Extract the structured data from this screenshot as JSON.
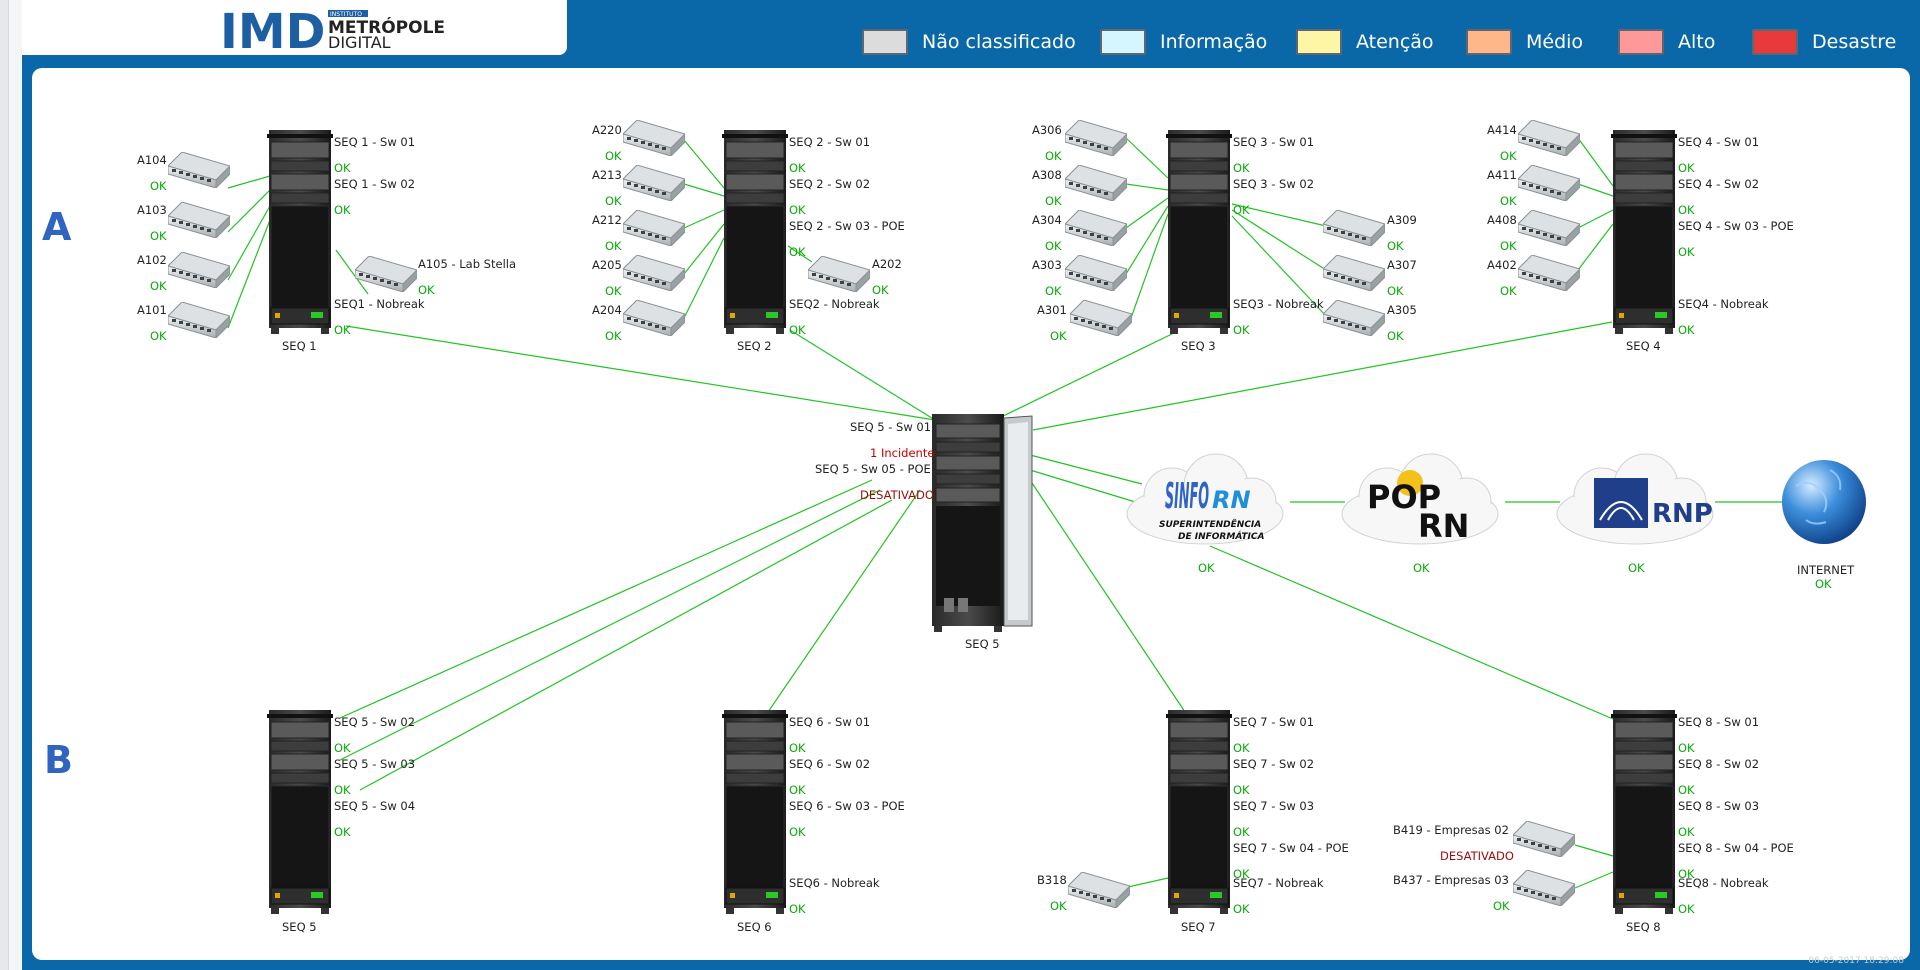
{
  "logo": {
    "text": "IMD",
    "small": "INSTITUTO",
    "line1": "METRÓPOLE",
    "line2": "DIGITAL"
  },
  "legend": [
    {
      "label": "Não classificado",
      "color": "#dcdcdc"
    },
    {
      "label": "Informação",
      "color": "#d6f6ff"
    },
    {
      "label": "Atenção",
      "color": "#fff6a5"
    },
    {
      "label": "Médio",
      "color": "#ffb689"
    },
    {
      "label": "Alto",
      "color": "#ff9999"
    },
    {
      "label": "Desastre",
      "color": "#e83a3a"
    }
  ],
  "rows": {
    "a": "A",
    "b": "B"
  },
  "status": {
    "ok": "OK",
    "off": "DESATIVADO",
    "incident": "1 Incidente"
  },
  "seq1": {
    "name": "SEQ 1",
    "sw1": "SEQ 1 - Sw 01",
    "sw2": "SEQ 1 - Sw 02",
    "nobreak": "SEQ1 - Nobreak",
    "a104": "A104",
    "a103": "A103",
    "a102": "A102",
    "a101": "A101",
    "a105": "A105 - Lab Stella"
  },
  "seq2": {
    "name": "SEQ 2",
    "sw1": "SEQ 2 - Sw 01",
    "sw2": "SEQ 2 - Sw 02",
    "sw3": "SEQ 2 - Sw 03 - POE",
    "nobreak": "SEQ2 - Nobreak",
    "a220": "A220",
    "a213": "A213",
    "a212": "A212",
    "a205": "A205",
    "a204": "A204",
    "a202": "A202"
  },
  "seq3": {
    "name": "SEQ 3",
    "sw1": "SEQ 3 - Sw 01",
    "sw2": "SEQ 3 - Sw 02",
    "nobreak": "SEQ3 - Nobreak",
    "a306": "A306",
    "a308": "A308",
    "a304": "A304",
    "a303": "A303",
    "a301": "A301",
    "a309": "A309",
    "a307": "A307",
    "a305": "A305"
  },
  "seq4": {
    "name": "SEQ 4",
    "sw1": "SEQ 4 - Sw 01",
    "sw2": "SEQ 4 - Sw 02",
    "sw3": "SEQ 4 - Sw 03 - POE",
    "nobreak": "SEQ4 - Nobreak",
    "a414": "A414",
    "a411": "A411",
    "a408": "A408",
    "a402": "A402"
  },
  "seq5": {
    "name": "SEQ 5",
    "sw1": "SEQ 5 - Sw 01",
    "sw5": "SEQ 5 - Sw 05 - POE",
    "sw2": "SEQ 5 - Sw 02",
    "sw3": "SEQ 5 - Sw 03",
    "sw4": "SEQ 5 - Sw 04"
  },
  "seq6": {
    "name": "SEQ 6",
    "sw1": "SEQ 6 - Sw 01",
    "sw2": "SEQ 6 - Sw 02",
    "sw3": "SEQ 6 - Sw 03 - POE",
    "nobreak": "SEQ6 - Nobreak"
  },
  "seq7": {
    "name": "SEQ 7",
    "sw1": "SEQ 7 - Sw 01",
    "sw2": "SEQ 7 - Sw 02",
    "sw3": "SEQ 7 - Sw 03",
    "sw4": "SEQ 7 - Sw 04 - POE",
    "nobreak": "SEQ7 - Nobreak",
    "b318": "B318"
  },
  "seq8": {
    "name": "SEQ 8",
    "sw1": "SEQ 8 - Sw 01",
    "sw2": "SEQ 8 - Sw 02",
    "sw3": "SEQ 8 - Sw 03",
    "sw4": "SEQ 8 - Sw 04 - POE",
    "nobreak": "SEQ8 - Nobreak",
    "b419": "B419 - Empresas 02",
    "b437": "B437 - Empresas 03"
  },
  "clouds": {
    "sinfo": {
      "top": "SINFO",
      "brand": "RN",
      "sub1": "SUPERINTENDÊNCIA",
      "sub2": "DE INFORMÁTICA"
    },
    "pop": {
      "pop": "POP",
      "rn": "RN"
    },
    "rnp": {
      "brand": "RNP"
    },
    "internet": {
      "label": "INTERNET"
    }
  },
  "footer": {
    "stamp": "06-05-2017 18:29:08"
  },
  "colors": {
    "frame": "#0a68a8",
    "link": "#22c422",
    "ok": "#0aa80a"
  }
}
